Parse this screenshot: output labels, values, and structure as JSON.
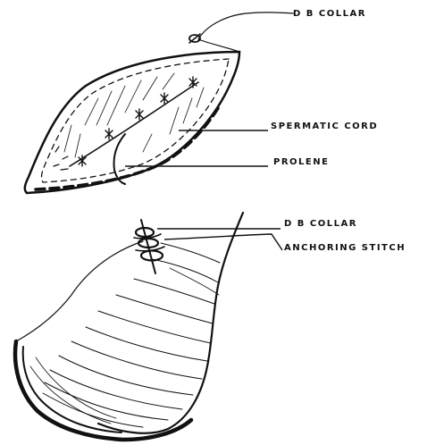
{
  "labels": {
    "db_collar_top": "D B COLLAR",
    "spermatic_cord": "SPERMATIC CORD",
    "prolene": "PROLENE",
    "db_collar_bottom": "D B COLLAR",
    "anchoring_stitch": "ANCHORING STITCH"
  },
  "colors": {
    "ink": "#111111",
    "background": "#ffffff"
  }
}
